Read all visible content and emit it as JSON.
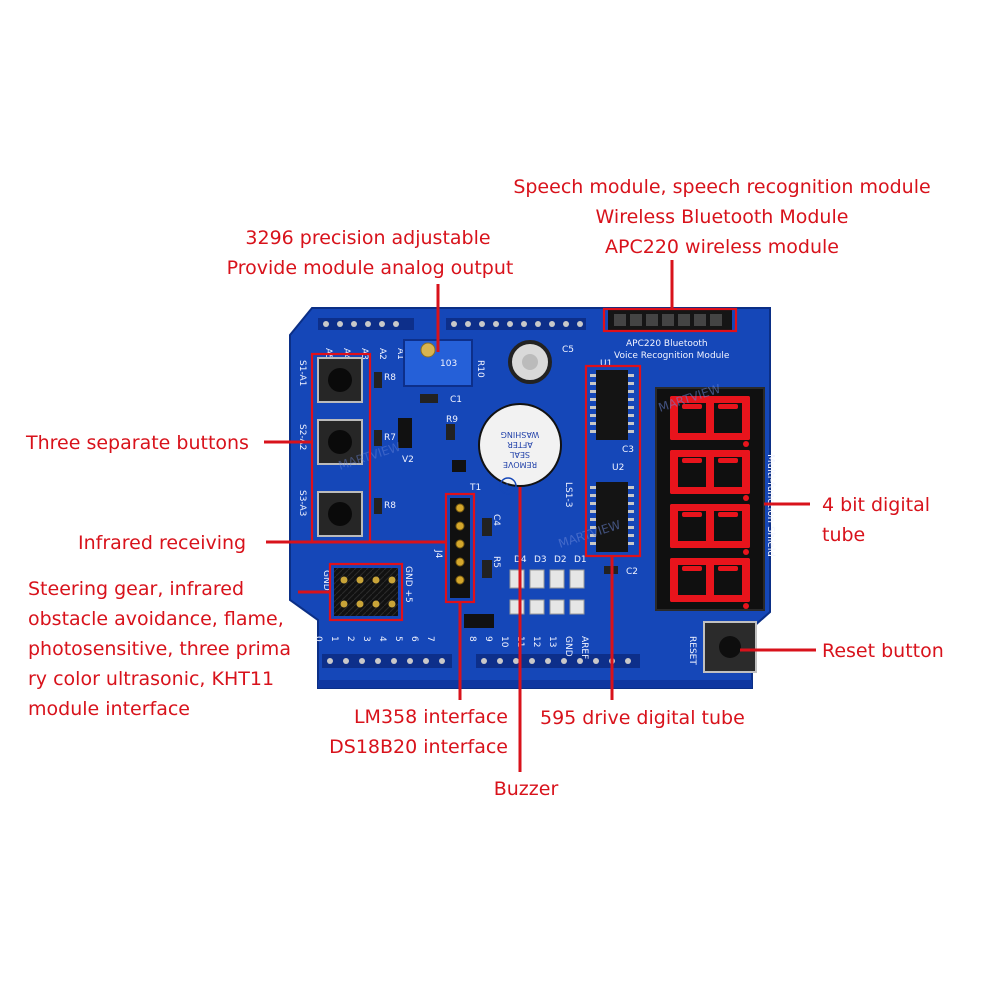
{
  "board": {
    "module_header_label_1": "APC220 Bluetooth",
    "module_header_label_2": "Voice Recognition Module",
    "board_name": "Multi-function Shield",
    "watermark": "MARTVIEW",
    "reset_silk": "RESET",
    "digits": [
      "8",
      "8",
      "8",
      "8"
    ],
    "buzzer_text": [
      "REMOVE",
      "SEAL",
      "AFTER",
      "WASHING"
    ],
    "pot_text": "103",
    "button_labels": [
      "S1-A1",
      "S2-A2",
      "S3-A3"
    ],
    "resistor_labels": [
      "R8",
      "R7",
      "R8"
    ],
    "top_pins": [
      "A5",
      "A4",
      "A3",
      "A2",
      "A1"
    ],
    "component_labels": {
      "c1": "C1",
      "c5": "C5",
      "r10": "R10",
      "r9": "R9",
      "t1": "T1",
      "v2": "V2",
      "u1": "U1",
      "u2": "U2",
      "c3": "C3",
      "c2": "C2",
      "c4": "C4",
      "r5": "R5",
      "ls1": "LS1-3",
      "j4": "J4",
      "d_leds": [
        "D4",
        "D3",
        "D2",
        "D1"
      ]
    },
    "header_gnd": "GND",
    "header_plus5": "GND  +5",
    "bottom_pins": [
      "0",
      "1",
      "2",
      "3",
      "4",
      "5",
      "6",
      "7",
      "8",
      "9",
      "10",
      "11",
      "12",
      "13",
      "GND",
      "AREF"
    ]
  },
  "annotations": {
    "speech": [
      "Speech module, speech recognition module",
      "Wireless Bluetooth Module",
      "APC220 wireless module"
    ],
    "pot": [
      "3296 precision adjustable",
      "Provide module analog output"
    ],
    "buttons": "Three separate buttons",
    "ir": "Infrared receiving",
    "interface": [
      "Steering gear, infrared",
      "obstacle avoidance, flame,",
      "photosensitive, three prima",
      "ry color ultrasonic, KHT11",
      "module interface"
    ],
    "lm358": [
      "LM358 interface",
      "DS18B20 interface"
    ],
    "buzzer": "Buzzer",
    "drive595": "595 drive digital tube",
    "tube": [
      "4 bit digital",
      "tube"
    ],
    "reset": "Reset button"
  },
  "colors": {
    "pcb": "#1547b8",
    "pcb_dark": "#0f37a0",
    "annotation": "#d8121b",
    "led_on": "#e8141c"
  }
}
